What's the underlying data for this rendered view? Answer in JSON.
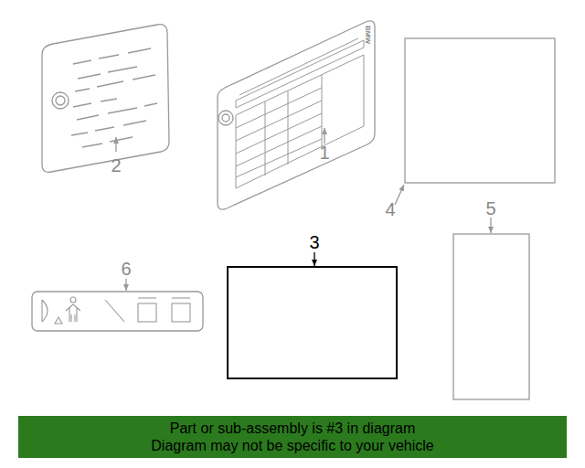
{
  "diagram": {
    "nodes": [
      {
        "text": [
          "Part or sub-assembly is #3 in diagram",
          "Diagram may not be specific to your vehicle"
        ]
      }
    ],
    "labels": [
      "1",
      "2",
      "3",
      "4",
      "5",
      "6",
      "BMW"
    ]
  }
}
